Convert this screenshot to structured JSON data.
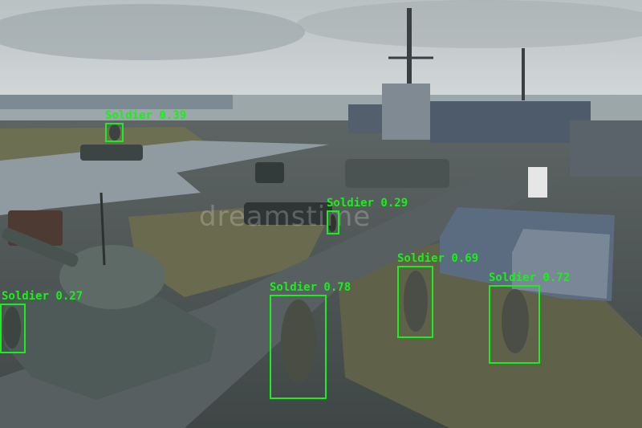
{
  "watermark": "dreamstime",
  "colors": {
    "box": "#19f019"
  },
  "detections": [
    {
      "class": "Soldier",
      "score": "0.39",
      "label": "Soldier 0.39"
    },
    {
      "class": "Soldier",
      "score": "0.29",
      "label": "Soldier 0.29"
    },
    {
      "class": "Soldier",
      "score": "0.27",
      "label": "Soldier 0.27"
    },
    {
      "class": "Soldier",
      "score": "0.78",
      "label": "Soldier 0.78"
    },
    {
      "class": "Soldier",
      "score": "0.69",
      "label": "Soldier 0.69"
    },
    {
      "class": "Soldier",
      "score": "0.72",
      "label": "Soldier 0.72"
    }
  ]
}
